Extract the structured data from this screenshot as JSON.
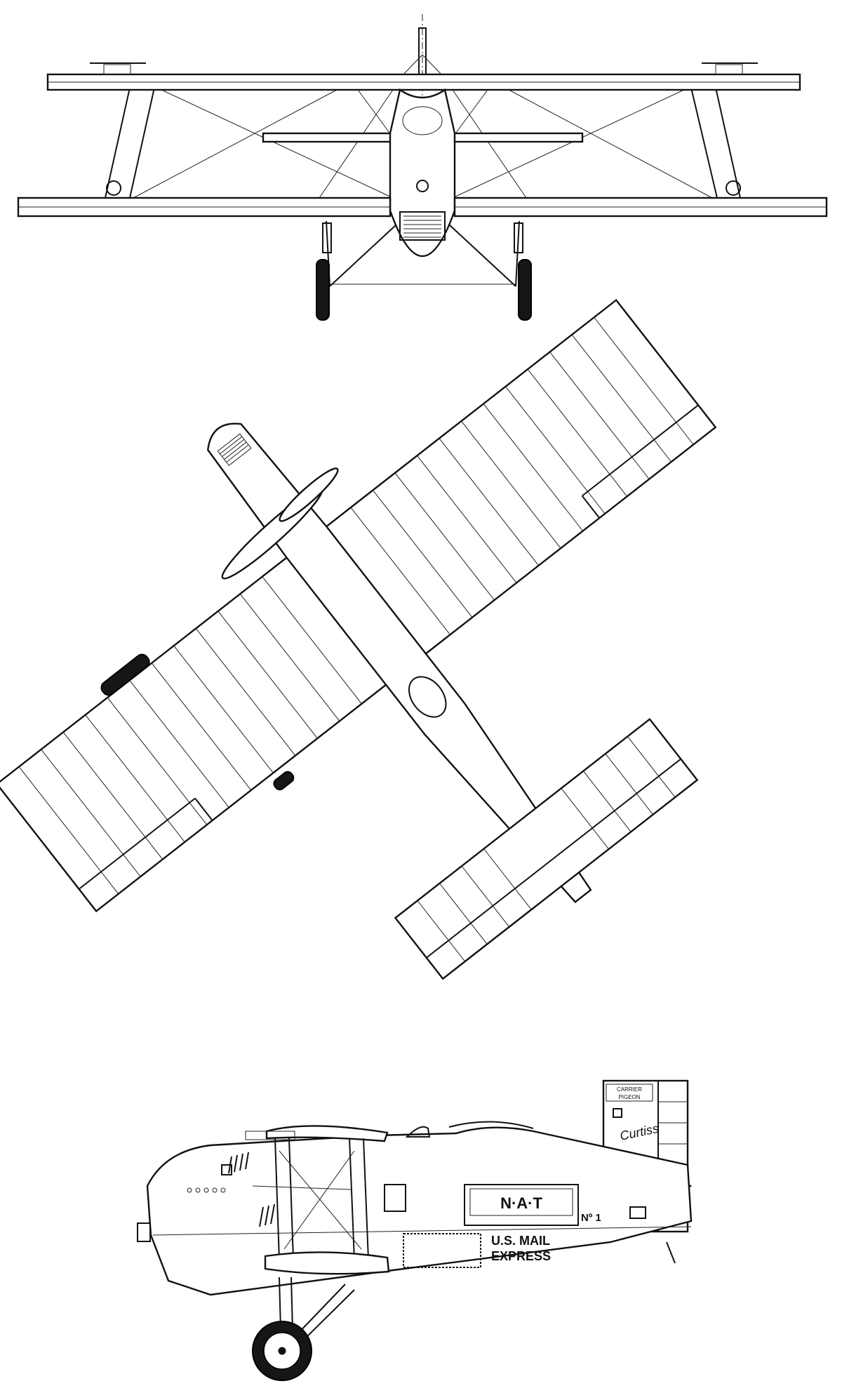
{
  "aircraft_markings": {
    "fin_panel_line1": "CARRIER",
    "fin_panel_line2": "PIGEON",
    "fin_script": "Curtiss",
    "fuselage_logo": "N·A·T",
    "number": "Nº 1",
    "mail_line1": "U.S. MAIL",
    "mail_line2": "EXPRESS"
  },
  "colors": {
    "ink": "#111111",
    "paper": "#ffffff"
  }
}
